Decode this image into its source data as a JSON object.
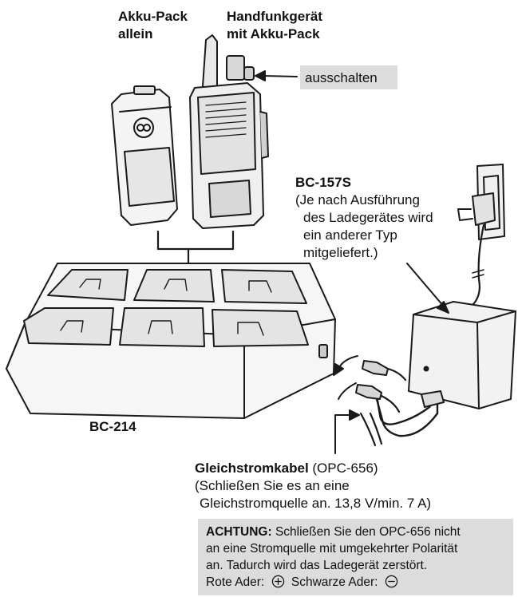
{
  "labels": {
    "akku_pack_line1": "Akku-Pack",
    "akku_pack_line2": "allein",
    "radio_line1": "Handfunkgerät",
    "radio_line2": "mit Akku-Pack",
    "switch_off": "ausschalten",
    "bc157s": "BC-157S",
    "bc157s_note": [
      "(Je nach Ausführung",
      "des Ladegerätes wird",
      "ein anderer Typ",
      "mitgeliefert.)"
    ],
    "bc214": "BC-214",
    "cable_name": "Gleichstromkabel",
    "cable_model": " (OPC-656)",
    "cable_note_1": "(Schließen Sie es an eine",
    "cable_note_2": "Gleichstromquelle an. 13,8 V/min. 7 A)"
  },
  "warning": {
    "title": "ACHTUNG:",
    "line1_rest": " Schließen Sie den OPC-656 nicht",
    "line2": "an eine Stromquelle mit umgekehrter Polarität",
    "line3": "an. Tadurch wird das Ladegerät zerstört.",
    "red_wire": "Rote Ader:",
    "black_wire": "Schwarze Ader:"
  },
  "colors": {
    "highlight_box": "#dcdcdc",
    "line": "#1a1a1a"
  }
}
